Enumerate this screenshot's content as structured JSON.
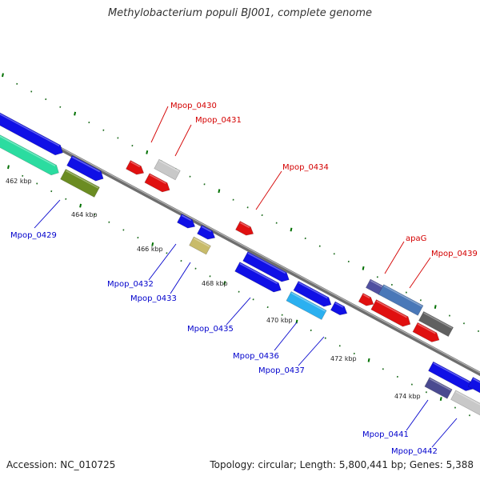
{
  "title": "Methylobacterium populi BJ001, complete genome",
  "footer": {
    "accession": "Accession: NC_010725",
    "topology": "Topology: circular; Length: 5,800,441 bp; Genes: 5,388"
  },
  "colors": {
    "forward_label": "#d40000",
    "reverse_label": "#0000cc",
    "backbone": "#808080",
    "tick_major": "#006400"
  },
  "scale_labels": [
    "462 kbp",
    "464 kbp",
    "466 kbp",
    "468 kbp",
    "470 kbp",
    "472 kbp",
    "474 kbp"
  ],
  "gene_labels": [
    {
      "text": "Mpop_0429",
      "strand": "reverse"
    },
    {
      "text": "Mpop_0430",
      "strand": "forward"
    },
    {
      "text": "Mpop_0431",
      "strand": "forward"
    },
    {
      "text": "Mpop_0432",
      "strand": "reverse"
    },
    {
      "text": "Mpop_0433",
      "strand": "reverse"
    },
    {
      "text": "Mpop_0434",
      "strand": "forward"
    },
    {
      "text": "Mpop_0435",
      "strand": "reverse"
    },
    {
      "text": "Mpop_0436",
      "strand": "reverse"
    },
    {
      "text": "Mpop_0437",
      "strand": "reverse"
    },
    {
      "text": "apaG",
      "strand": "forward"
    },
    {
      "text": "Mpop_0439",
      "strand": "forward"
    },
    {
      "text": "Mpop_0441",
      "strand": "reverse"
    },
    {
      "text": "Mpop_0442",
      "strand": "reverse"
    }
  ]
}
